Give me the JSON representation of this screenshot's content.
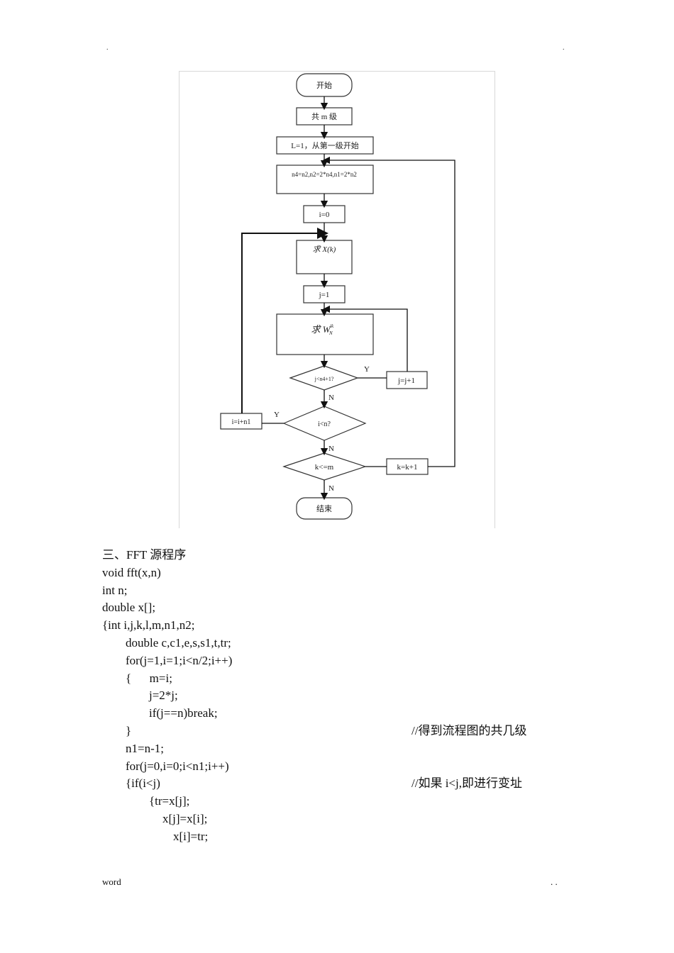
{
  "header": {
    "left_mark": ".",
    "right_mark": "."
  },
  "flowchart": {
    "start": "开始",
    "stages": "共 m 级",
    "init_level": "L=1，从第一级开始",
    "compute_n": "n4=n2,n2=2*n4,n1=2*n2",
    "init_i": "i=0",
    "compute_xk": "求 X(k)",
    "init_j": "j=1",
    "compute_w": "求 W",
    "compute_w_sup": "ik",
    "compute_w_sub": "N",
    "decision_j": "j<n4+1?",
    "inc_j": "j=j+1",
    "decision_i": "i<n?",
    "inc_i": "i=i+n1",
    "decision_k": "k<=m",
    "inc_k": "k=k+1",
    "end": "结束",
    "label_yes": "Y",
    "label_no": "N"
  },
  "section_title": "三、FFT 源程序",
  "code": [
    {
      "indent": 0,
      "text": "void fft(x,n)",
      "comment": ""
    },
    {
      "indent": 0,
      "text": "int n;",
      "comment": ""
    },
    {
      "indent": 0,
      "text": "double x[];",
      "comment": ""
    },
    {
      "indent": 0,
      "text": "{int i,j,k,l,m,n1,n2;",
      "comment": ""
    },
    {
      "indent": 1,
      "text": "double c,c1,e,s,s1,t,tr;",
      "comment": ""
    },
    {
      "indent": 1,
      "text": "for(j=1,i=1;i<n/2;i++)",
      "comment": ""
    },
    {
      "indent": 1,
      "text": "{      m=i;",
      "comment": ""
    },
    {
      "indent": 2,
      "text": "j=2*j;",
      "comment": ""
    },
    {
      "indent": 2,
      "text": "if(j==n)break;",
      "comment": ""
    },
    {
      "indent": 1,
      "text": "}",
      "comment": "//得到流程图的共几级"
    },
    {
      "indent": 1,
      "text": "n1=n-1;",
      "comment": ""
    },
    {
      "indent": 1,
      "text": "for(j=0,i=0;i<n1;i++)",
      "comment": ""
    },
    {
      "indent": 1,
      "text": "{if(i<j)",
      "comment": "//如果 i<j,即进行变址"
    },
    {
      "indent": 2,
      "text": "{tr=x[j];",
      "comment": ""
    },
    {
      "indent": 3,
      "text": "x[j]=x[i];",
      "comment": ""
    },
    {
      "indent": 4,
      "text": "x[i]=tr;",
      "comment": ""
    }
  ],
  "footer": {
    "left": "word",
    "right": ". ."
  }
}
